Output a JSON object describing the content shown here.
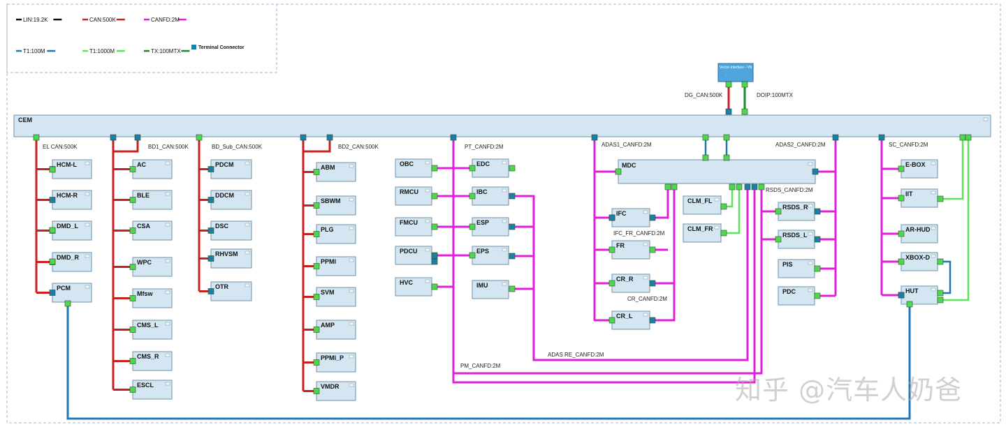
{
  "colors": {
    "can": "#c8201e",
    "canfd": "#e020d8",
    "lin": "#111111",
    "t1_100": "#1f78b4",
    "t1_1000": "#5de25a",
    "tx": "#188a28",
    "ecu_fill": "#d3e6f2",
    "ecu_stroke": "#6f8fa8",
    "port_green": "#4fd84f",
    "port_blue": "#1d7fa8",
    "frame": "#aab0d0",
    "gateway_fill": "#4fa6dc"
  },
  "legend": {
    "lin": "LIN:19.2K",
    "can": "CAN:500K",
    "canfd": "CANFD:2M",
    "t1_100": "T1:100M",
    "t1_1000": "T1:1000M",
    "tx": "TX:100MTX",
    "terminal": "Terminal Connector"
  },
  "gateway": {
    "title": "Vector Interface - VN"
  },
  "cem": {
    "label": "CEM"
  },
  "mdc": {
    "label": "MDC"
  },
  "labels": {
    "dg_can": "DG_CAN:500K",
    "doip": "DOIP:100MTX",
    "el_can": "EL CAN:500K",
    "bd1": "BD1_CAN:500K",
    "bd_sub": "BD_Sub_CAN:500K",
    "bd2": "BD2_CAN:500K",
    "pt": "PT_CANFD:2M",
    "adas1": "ADAS1_CANFD:2M",
    "adas2": "ADAS2_CANFD:2M",
    "sc": "SC_CANFD:2M",
    "rsds": "RSDS_CANFD:2M",
    "ifc_fr": "IFC_FR_CANFD:2M",
    "cr": "CR_CANFD:2M",
    "adas_re": "ADAS RE_CANFD:2M",
    "pm": "PM_CANFD:2M"
  },
  "ecus": {
    "el": [
      "HCM-L",
      "HCM-R",
      "DMD_L",
      "DMD_R",
      "PCM"
    ],
    "bd1": [
      "AC",
      "BLE",
      "CSA",
      "WPC",
      "Mfsw",
      "CMS_L",
      "CMS_R",
      "ESCL"
    ],
    "bdsub": [
      "PDCM",
      "DDCM",
      "DSC",
      "RHVSM",
      "OTR"
    ],
    "bd2": [
      "ABM",
      "SBWM",
      "PLG",
      "PPMI",
      "SVM",
      "AMP",
      "PPMI_P",
      "VMDR"
    ],
    "pmleft": [
      "OBC",
      "RMCU",
      "FMCU",
      "PDCU",
      "HVC"
    ],
    "pt": [
      "EDC",
      "IBC",
      "ESP",
      "EPS",
      "IMU"
    ],
    "adas1": [
      "IFC",
      "FR",
      "CR_R",
      "CR_L"
    ],
    "clm": [
      "CLM_FL",
      "CLM_FR"
    ],
    "adas2": [
      "RSDS_R",
      "RSDS_L",
      "PIS",
      "PDC"
    ],
    "sc": [
      "E-BOX",
      "IIT",
      "AR-HUD",
      "XBOX-D",
      "HUT"
    ]
  },
  "watermark": "知乎 @汽车人奶爸"
}
